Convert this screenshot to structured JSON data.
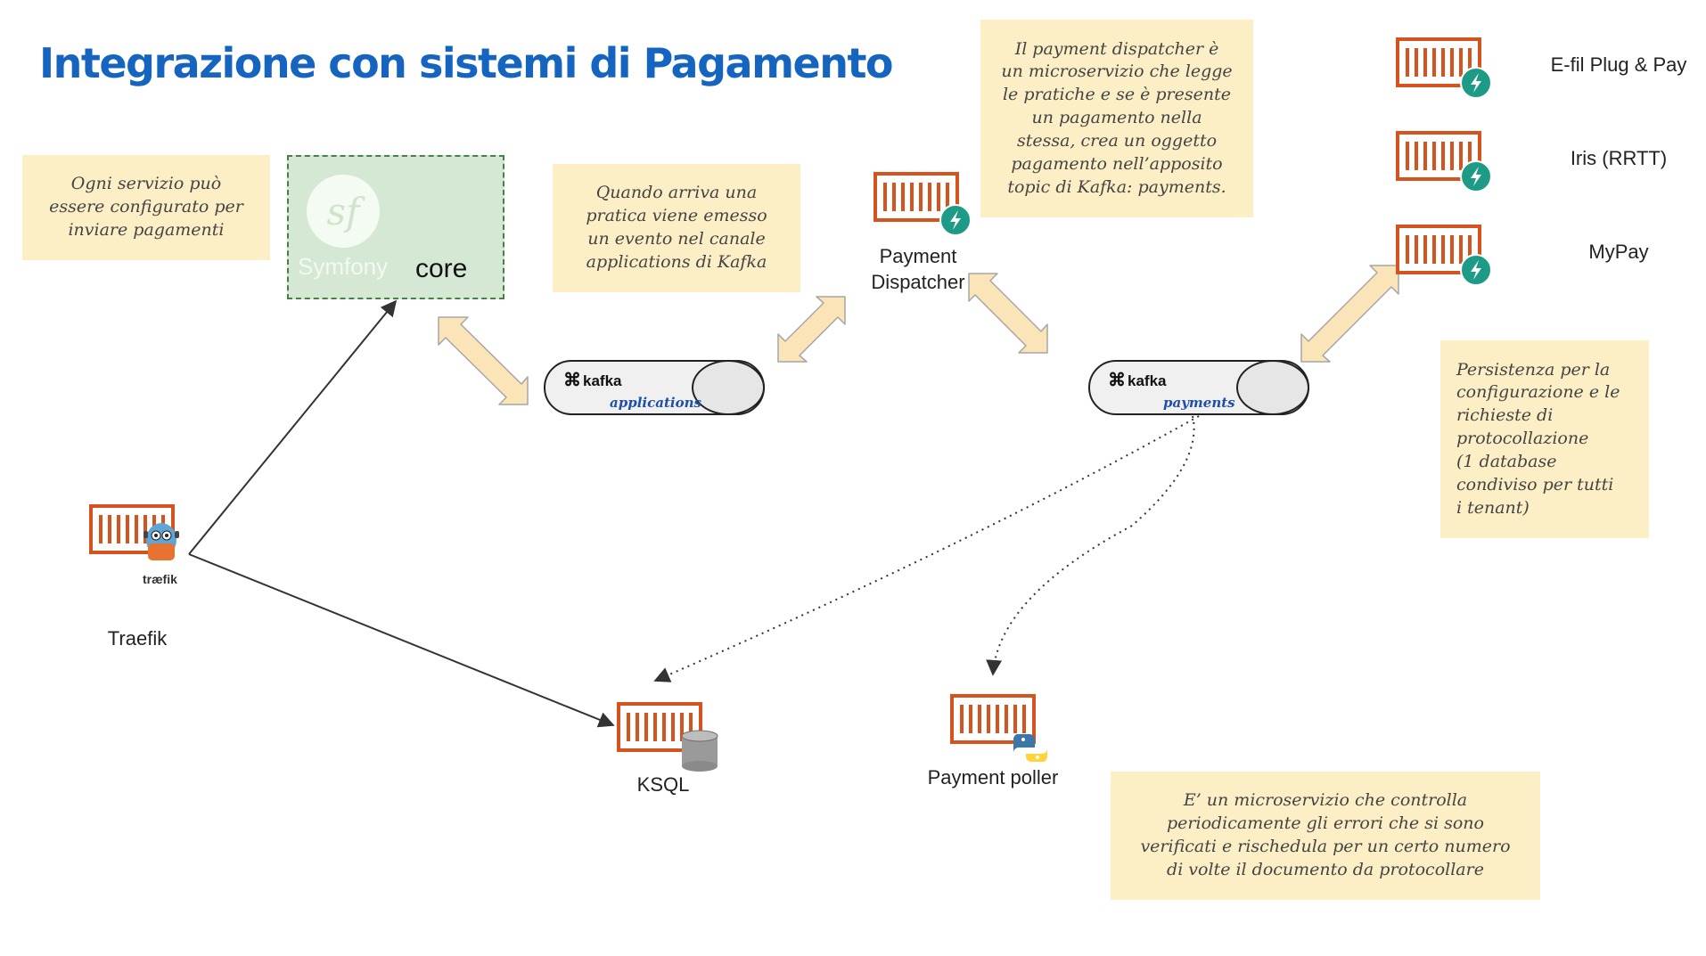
{
  "title": "Integrazione con sistemi di Pagamento",
  "notes": {
    "services": "Ogni servizio può\nessere configurato per\ninviare pagamenti",
    "applications_event": "Quando arriva una\npratica viene emesso\nun evento nel canale\napplications di Kafka",
    "dispatcher_description": "Il payment dispatcher è\nun microservizio che legge\nle pratiche e se è presente\nun pagamento nella\nstessa, crea un oggetto\npagamento nell’apposito\ntopic di Kafka: payments.",
    "persistence": "Persistenza per la\nconfigurazione e le\nrichieste di\nprotocollazione\n(1 database\ncondiviso per tutti\ni tenant)",
    "poller_description": "E’ un microservizio che controlla\nperiodicamente gli errori che si sono\nverificati e rischedula per un certo numero\ndi volte il documento da protocollare"
  },
  "core": {
    "logo_mark": "sf",
    "logo_text": "Symfony",
    "label": "core"
  },
  "kafka": {
    "logo_text": "kafka",
    "applications_topic": "applications",
    "payments_topic": "payments"
  },
  "components": {
    "payment_dispatcher": "Payment\nDispatcher",
    "traefik": "Traefik",
    "traefik_logo": "træfik",
    "ksql": "KSQL",
    "payment_poller": "Payment poller"
  },
  "providers": [
    "E-fil Plug & Pay",
    "Iris (RRTT)",
    "MyPay"
  ],
  "icons": {
    "container": "shipping-container-icon",
    "fastapi": "lightning-badge-icon",
    "database": "database-cylinder-icon",
    "python": "python-logo-icon",
    "traefik": "traefik-gopher-icon",
    "symfony": "symfony-logo-icon",
    "kafka": "kafka-logo-icon"
  },
  "colors": {
    "title": "#1565c0",
    "note_bg": "#fdefc5",
    "core_bg": "#d5e8d3",
    "container": "#d4531f",
    "fastapi_badge": "#1e9b86",
    "arrow_fill": "#fbe5b8",
    "topic_text": "#1f4fa8"
  }
}
